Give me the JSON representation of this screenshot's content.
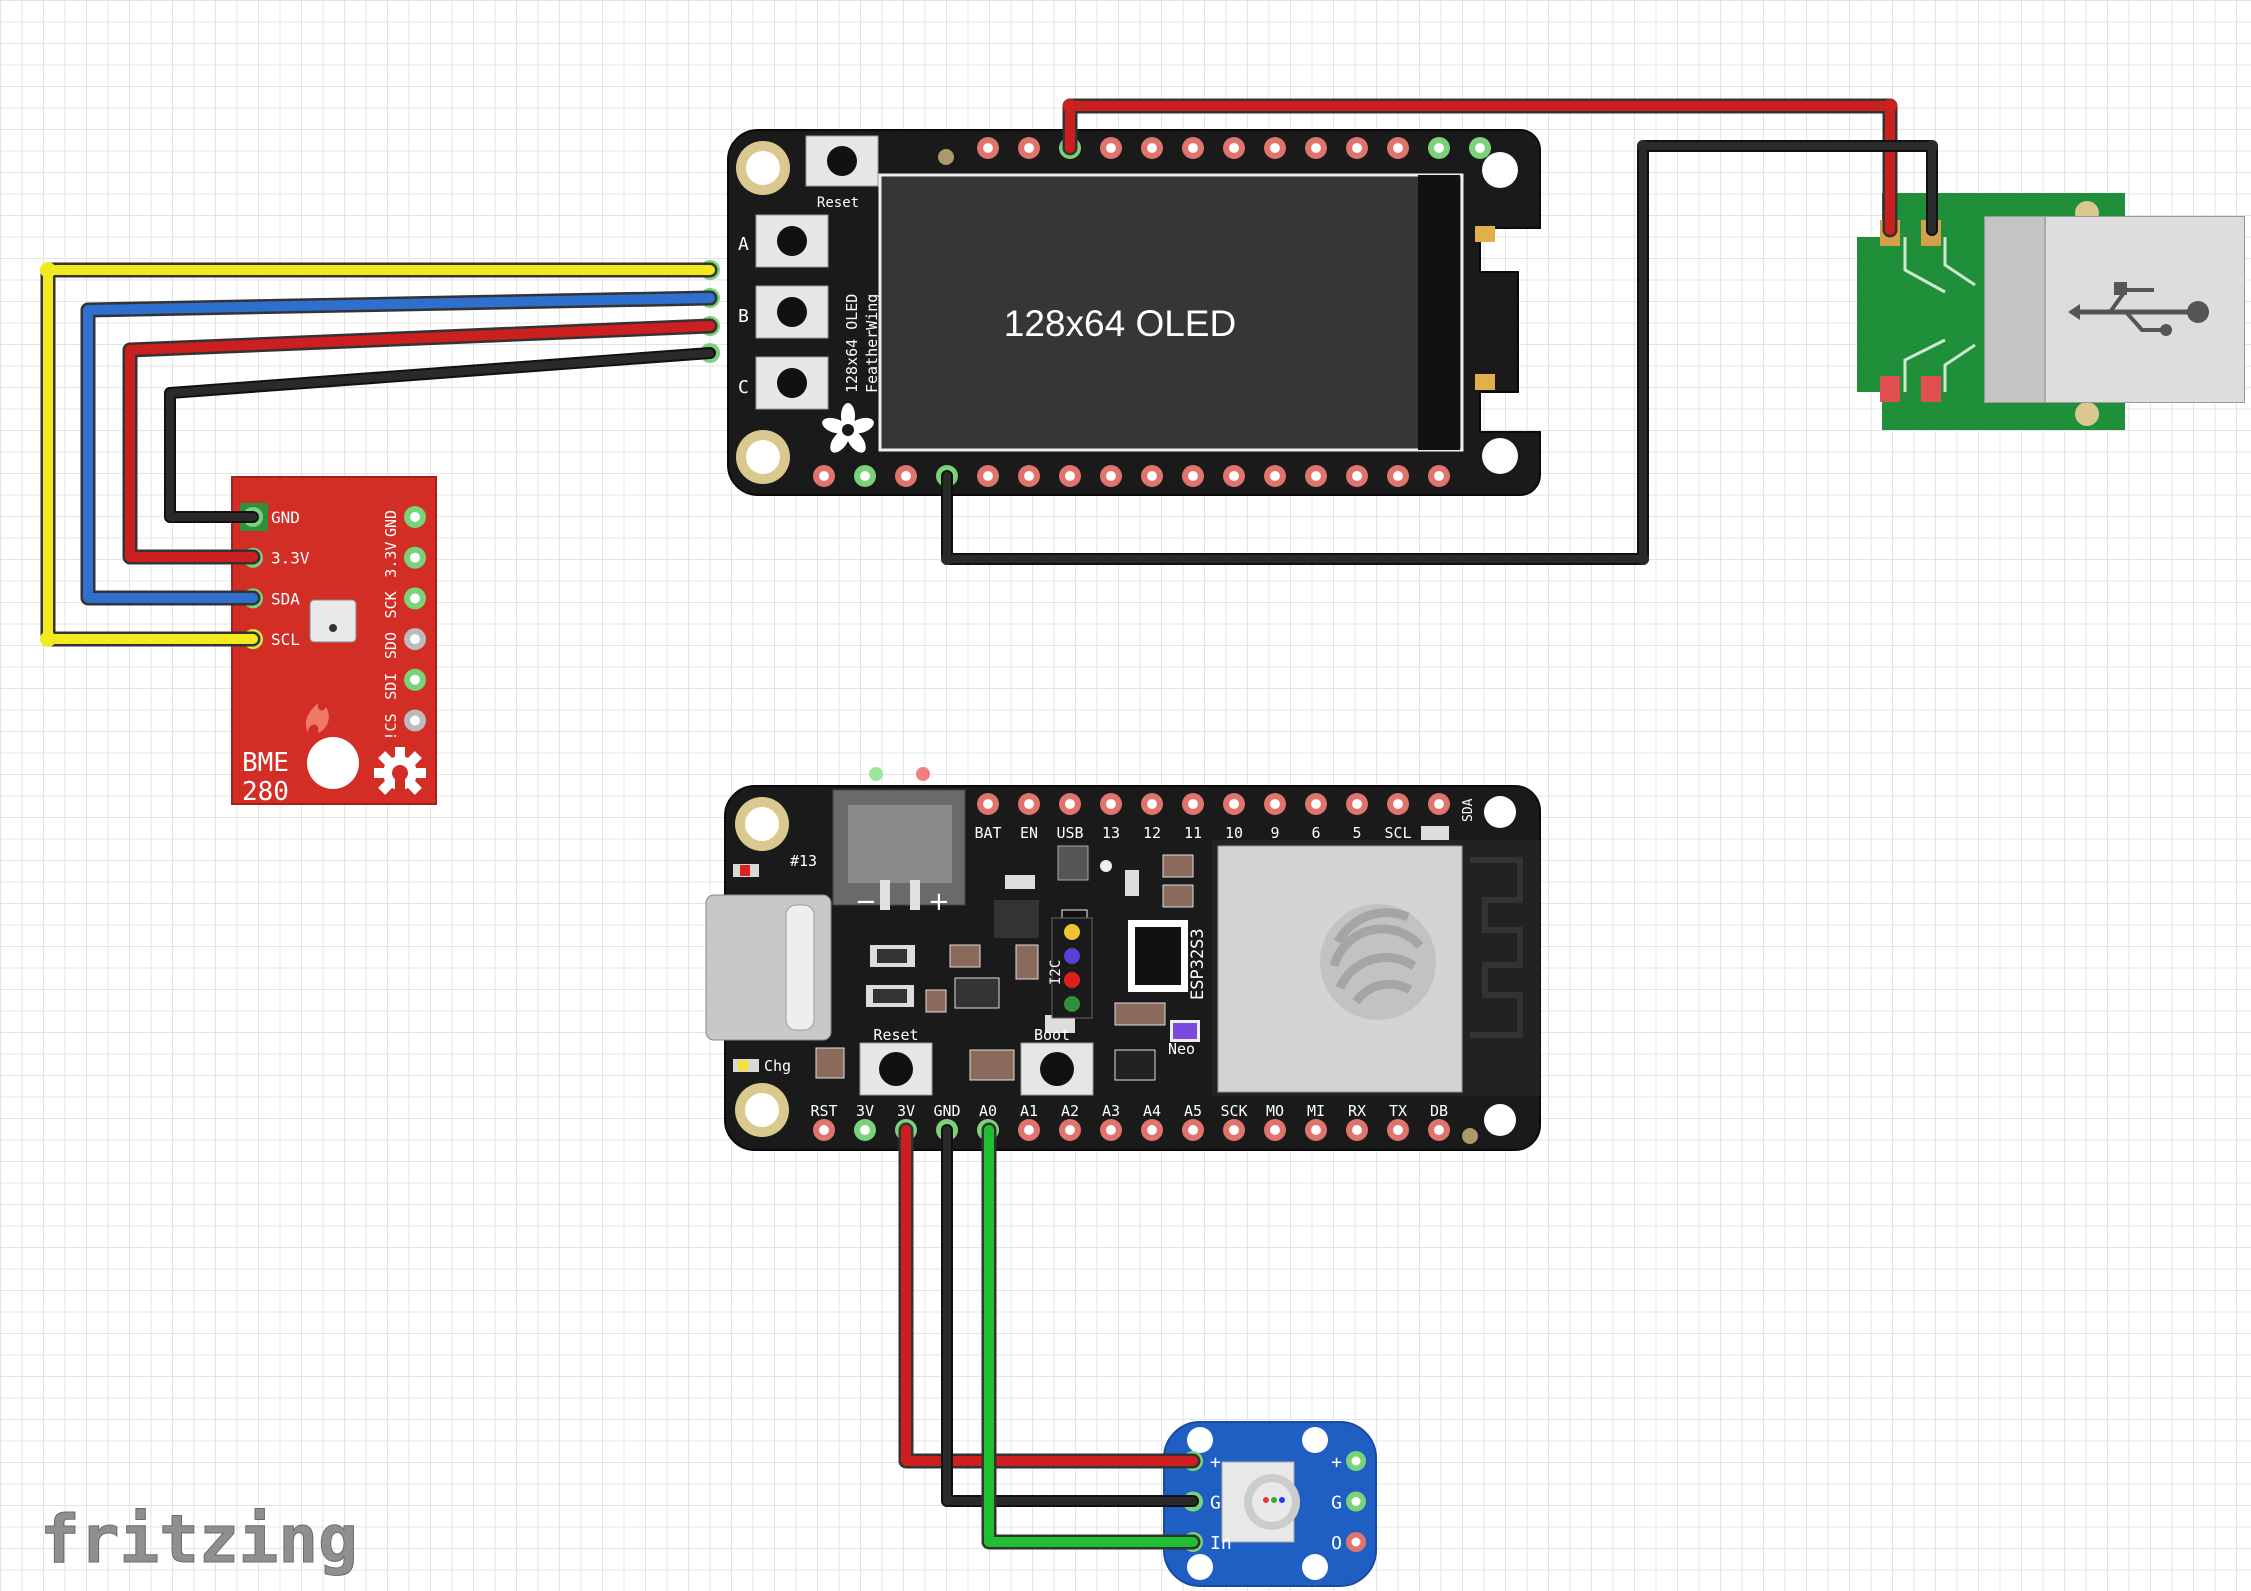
{
  "oled": {
    "title": "128x64 OLED",
    "silk_line1": "128x64 OLED",
    "silk_line2": "FeatherWing",
    "reset_label": "Reset",
    "button_labels": [
      "A",
      "B",
      "C"
    ]
  },
  "bme280": {
    "left_pins": [
      "GND",
      "3.3V",
      "SDA",
      "SCL"
    ],
    "right_pins": [
      "GND",
      "3.3V",
      "SCK",
      "SDO",
      "SDI",
      "!CS"
    ],
    "name_line1": "BME",
    "name_line2": "280"
  },
  "esp32": {
    "top_pins": [
      "BAT",
      "EN",
      "USB",
      "13",
      "12",
      "11",
      "10",
      "9",
      "6",
      "5",
      "SCL"
    ],
    "top_right": "SDA",
    "bottom_pins": [
      "RST",
      "3V",
      "3V",
      "GND",
      "A0",
      "A1",
      "A2",
      "A3",
      "A4",
      "A5",
      "SCK",
      "MO",
      "MI",
      "RX",
      "TX",
      "DB"
    ],
    "chip_label": "ESP32S3",
    "reset_label": "Reset",
    "boot_label": "Boot",
    "neo_label": "Neo",
    "chg_label": "Chg",
    "led_label": "#13",
    "i2c_label": "I2C",
    "minus": "−",
    "plus": "+"
  },
  "neopixel": {
    "left_pins": [
      "+",
      "G",
      "In"
    ],
    "right_pins": [
      "+",
      "G",
      "O"
    ]
  },
  "usb": {
    "icon": "usb-icon"
  },
  "brand": "fritzing",
  "colors": {
    "wire_red": "#cc1f1f",
    "wire_black": "#1e1e1e",
    "wire_yellow": "#f2ea1e",
    "wire_blue": "#2f6fce",
    "wire_green": "#1fbf2f",
    "pcb_black": "#1a1a1a",
    "pcb_red": "#d32e26",
    "pcb_blue": "#1f5fc4",
    "pcb_green": "#1f8f3a"
  }
}
